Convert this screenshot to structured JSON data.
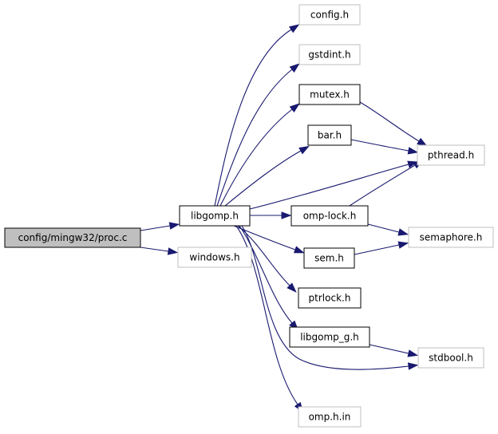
{
  "graph": {
    "colors": {
      "edge": "#191970",
      "documented_border": "#000000",
      "undocumented_border": "#bfbfbf",
      "root_fill": "#bfbfbf",
      "node_fill": "#ffffff"
    },
    "nodes": [
      {
        "id": "proc_c",
        "label": "config/mingw32/proc.c",
        "kind": "root"
      },
      {
        "id": "libgomp_h",
        "label": "libgomp.h",
        "kind": "documented"
      },
      {
        "id": "windows_h",
        "label": "windows.h",
        "kind": "undocumented"
      },
      {
        "id": "config_h",
        "label": "config.h",
        "kind": "undocumented"
      },
      {
        "id": "gstdint_h",
        "label": "gstdint.h",
        "kind": "undocumented"
      },
      {
        "id": "mutex_h",
        "label": "mutex.h",
        "kind": "documented"
      },
      {
        "id": "bar_h",
        "label": "bar.h",
        "kind": "documented"
      },
      {
        "id": "omp_lock_h",
        "label": "omp-lock.h",
        "kind": "documented"
      },
      {
        "id": "sem_h",
        "label": "sem.h",
        "kind": "documented"
      },
      {
        "id": "ptrlock_h",
        "label": "ptrlock.h",
        "kind": "documented"
      },
      {
        "id": "libgomp_g_h",
        "label": "libgomp_g.h",
        "kind": "documented"
      },
      {
        "id": "omp_h_in",
        "label": "omp.h.in",
        "kind": "undocumented"
      },
      {
        "id": "pthread_h",
        "label": "pthread.h",
        "kind": "undocumented"
      },
      {
        "id": "semaphore_h",
        "label": "semaphore.h",
        "kind": "undocumented"
      },
      {
        "id": "stdbool_h",
        "label": "stdbool.h",
        "kind": "undocumented"
      }
    ],
    "edges": [
      {
        "from": "proc_c",
        "to": "libgomp_h"
      },
      {
        "from": "proc_c",
        "to": "windows_h"
      },
      {
        "from": "libgomp_h",
        "to": "config_h"
      },
      {
        "from": "libgomp_h",
        "to": "gstdint_h"
      },
      {
        "from": "libgomp_h",
        "to": "mutex_h"
      },
      {
        "from": "libgomp_h",
        "to": "bar_h"
      },
      {
        "from": "libgomp_h",
        "to": "pthread_h"
      },
      {
        "from": "libgomp_h",
        "to": "omp_lock_h"
      },
      {
        "from": "libgomp_h",
        "to": "sem_h"
      },
      {
        "from": "libgomp_h",
        "to": "ptrlock_h"
      },
      {
        "from": "libgomp_h",
        "to": "libgomp_g_h"
      },
      {
        "from": "libgomp_h",
        "to": "stdbool_h"
      },
      {
        "from": "libgomp_h",
        "to": "omp_h_in"
      },
      {
        "from": "mutex_h",
        "to": "pthread_h"
      },
      {
        "from": "bar_h",
        "to": "pthread_h"
      },
      {
        "from": "omp_lock_h",
        "to": "pthread_h"
      },
      {
        "from": "omp_lock_h",
        "to": "semaphore_h"
      },
      {
        "from": "sem_h",
        "to": "semaphore_h"
      },
      {
        "from": "libgomp_g_h",
        "to": "stdbool_h"
      }
    ]
  }
}
